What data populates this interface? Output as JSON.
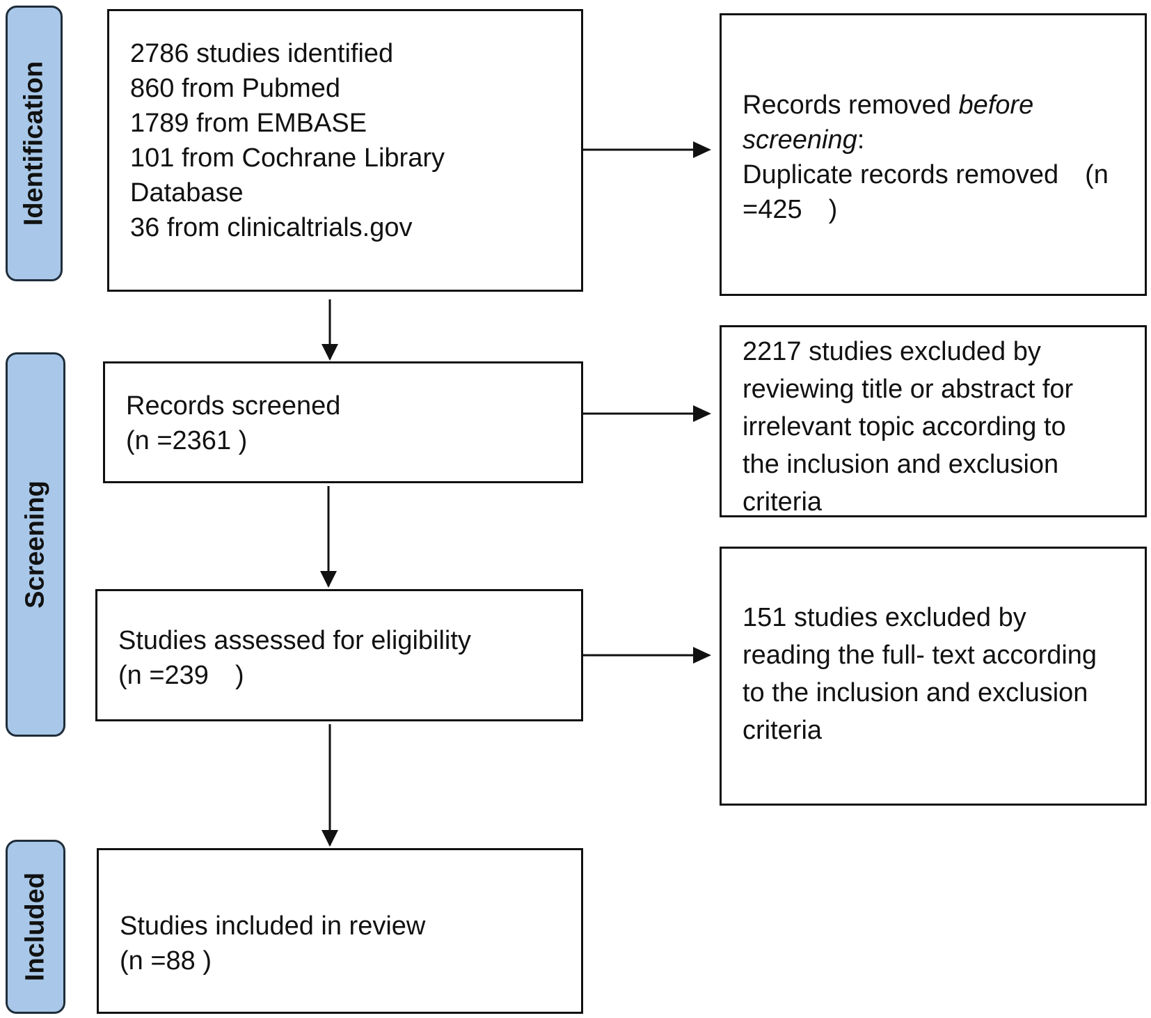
{
  "phases": {
    "identification": "Identification",
    "screening": "Screening",
    "included": "Included"
  },
  "identified": {
    "lines": [
      "2786 studies identified",
      "860 from Pubmed",
      "1789 from EMBASE",
      "101 from Cochrane Library",
      "Database",
      "36 from clinicaltrials.gov"
    ]
  },
  "removed": {
    "line1_prefix": "Records removed ",
    "line1_italic": "before",
    "line2_italic": "screening",
    "line2_suffix": ":",
    "line3": "Duplicate records removed　(n",
    "line4": "=425　)"
  },
  "screened": {
    "line1": "Records screened",
    "line2": "(n =2361 )"
  },
  "excluded_title": {
    "lines": [
      "2217 studies excluded by",
      "reviewing title or abstract for",
      "irrelevant topic according to",
      "the inclusion and exclusion",
      "criteria"
    ]
  },
  "eligibility": {
    "line1": "Studies assessed for eligibility",
    "line2": "(n =239　)"
  },
  "excluded_fulltext": {
    "lines": [
      "151 studies excluded by",
      "reading the full- text according",
      "to the inclusion and exclusion",
      "criteria"
    ]
  },
  "included_box": {
    "line1": "Studies included in review",
    "line2": "(n =88 )"
  }
}
